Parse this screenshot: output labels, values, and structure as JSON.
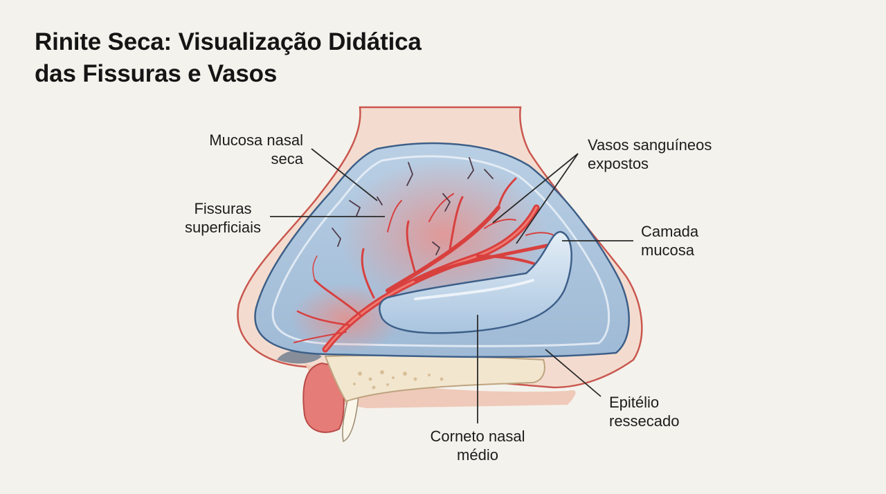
{
  "title": {
    "line1": "Rinite Seca: Visualização Didática",
    "line2": "das Fissuras e Vasos"
  },
  "labels": {
    "mucosa_nasal_seca": [
      "Mucosa nasal",
      "seca"
    ],
    "fissuras_superficiais": [
      "Fissuras",
      "superficiais"
    ],
    "vasos_sanguineos_expostos": [
      "Vasos sanguíneos",
      "expostos"
    ],
    "camada_mucosa": [
      "Camada",
      "mucosa"
    ],
    "epitelio_ressecado": [
      "Epitélio",
      "ressecado"
    ],
    "corneto_nasal_medio": [
      "Corneto nasal",
      "médio"
    ]
  },
  "colors": {
    "background": "#f4f2ec",
    "skin": "#f3d9cc",
    "skin_outline": "#c9574f",
    "mucosa_blue": "#a9c3dd",
    "mucosa_outline": "#3d5f88",
    "vessel_red": "#d8403e",
    "bone": "#f2e6cf",
    "turbinate": "#bcd4ea"
  }
}
